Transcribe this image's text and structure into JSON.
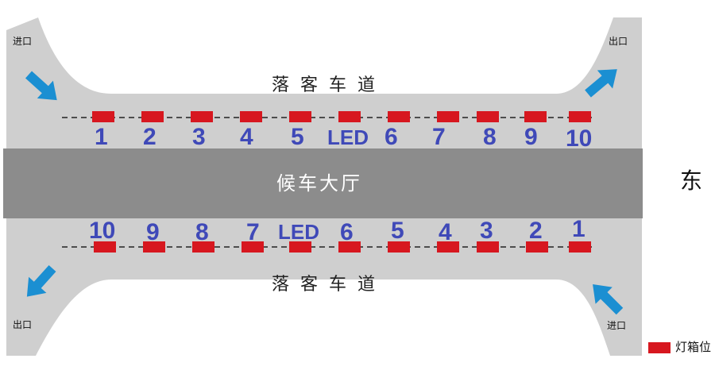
{
  "labels": {
    "lane_top": "落客车道",
    "lane_bottom": "落客车道",
    "hall": "候车大厅",
    "direction": "东",
    "entry_top_left": "进口",
    "exit_top_right": "出口",
    "exit_bottom_left": "出口",
    "entry_bottom_right": "进口",
    "legend": "灯箱位"
  },
  "top_row": [
    "1",
    "2",
    "3",
    "4",
    "5",
    "LED",
    "6",
    "7",
    "8",
    "9",
    "10"
  ],
  "bottom_row": [
    "10",
    "9",
    "8",
    "7",
    "LED",
    "6",
    "5",
    "4",
    "3",
    "2",
    "1"
  ],
  "colors": {
    "road": "#cfcfcf",
    "hall": "#8c8c8c",
    "lightbox": "#d7171f",
    "number": "#3f49b8",
    "arrow": "#1b8fd2"
  }
}
